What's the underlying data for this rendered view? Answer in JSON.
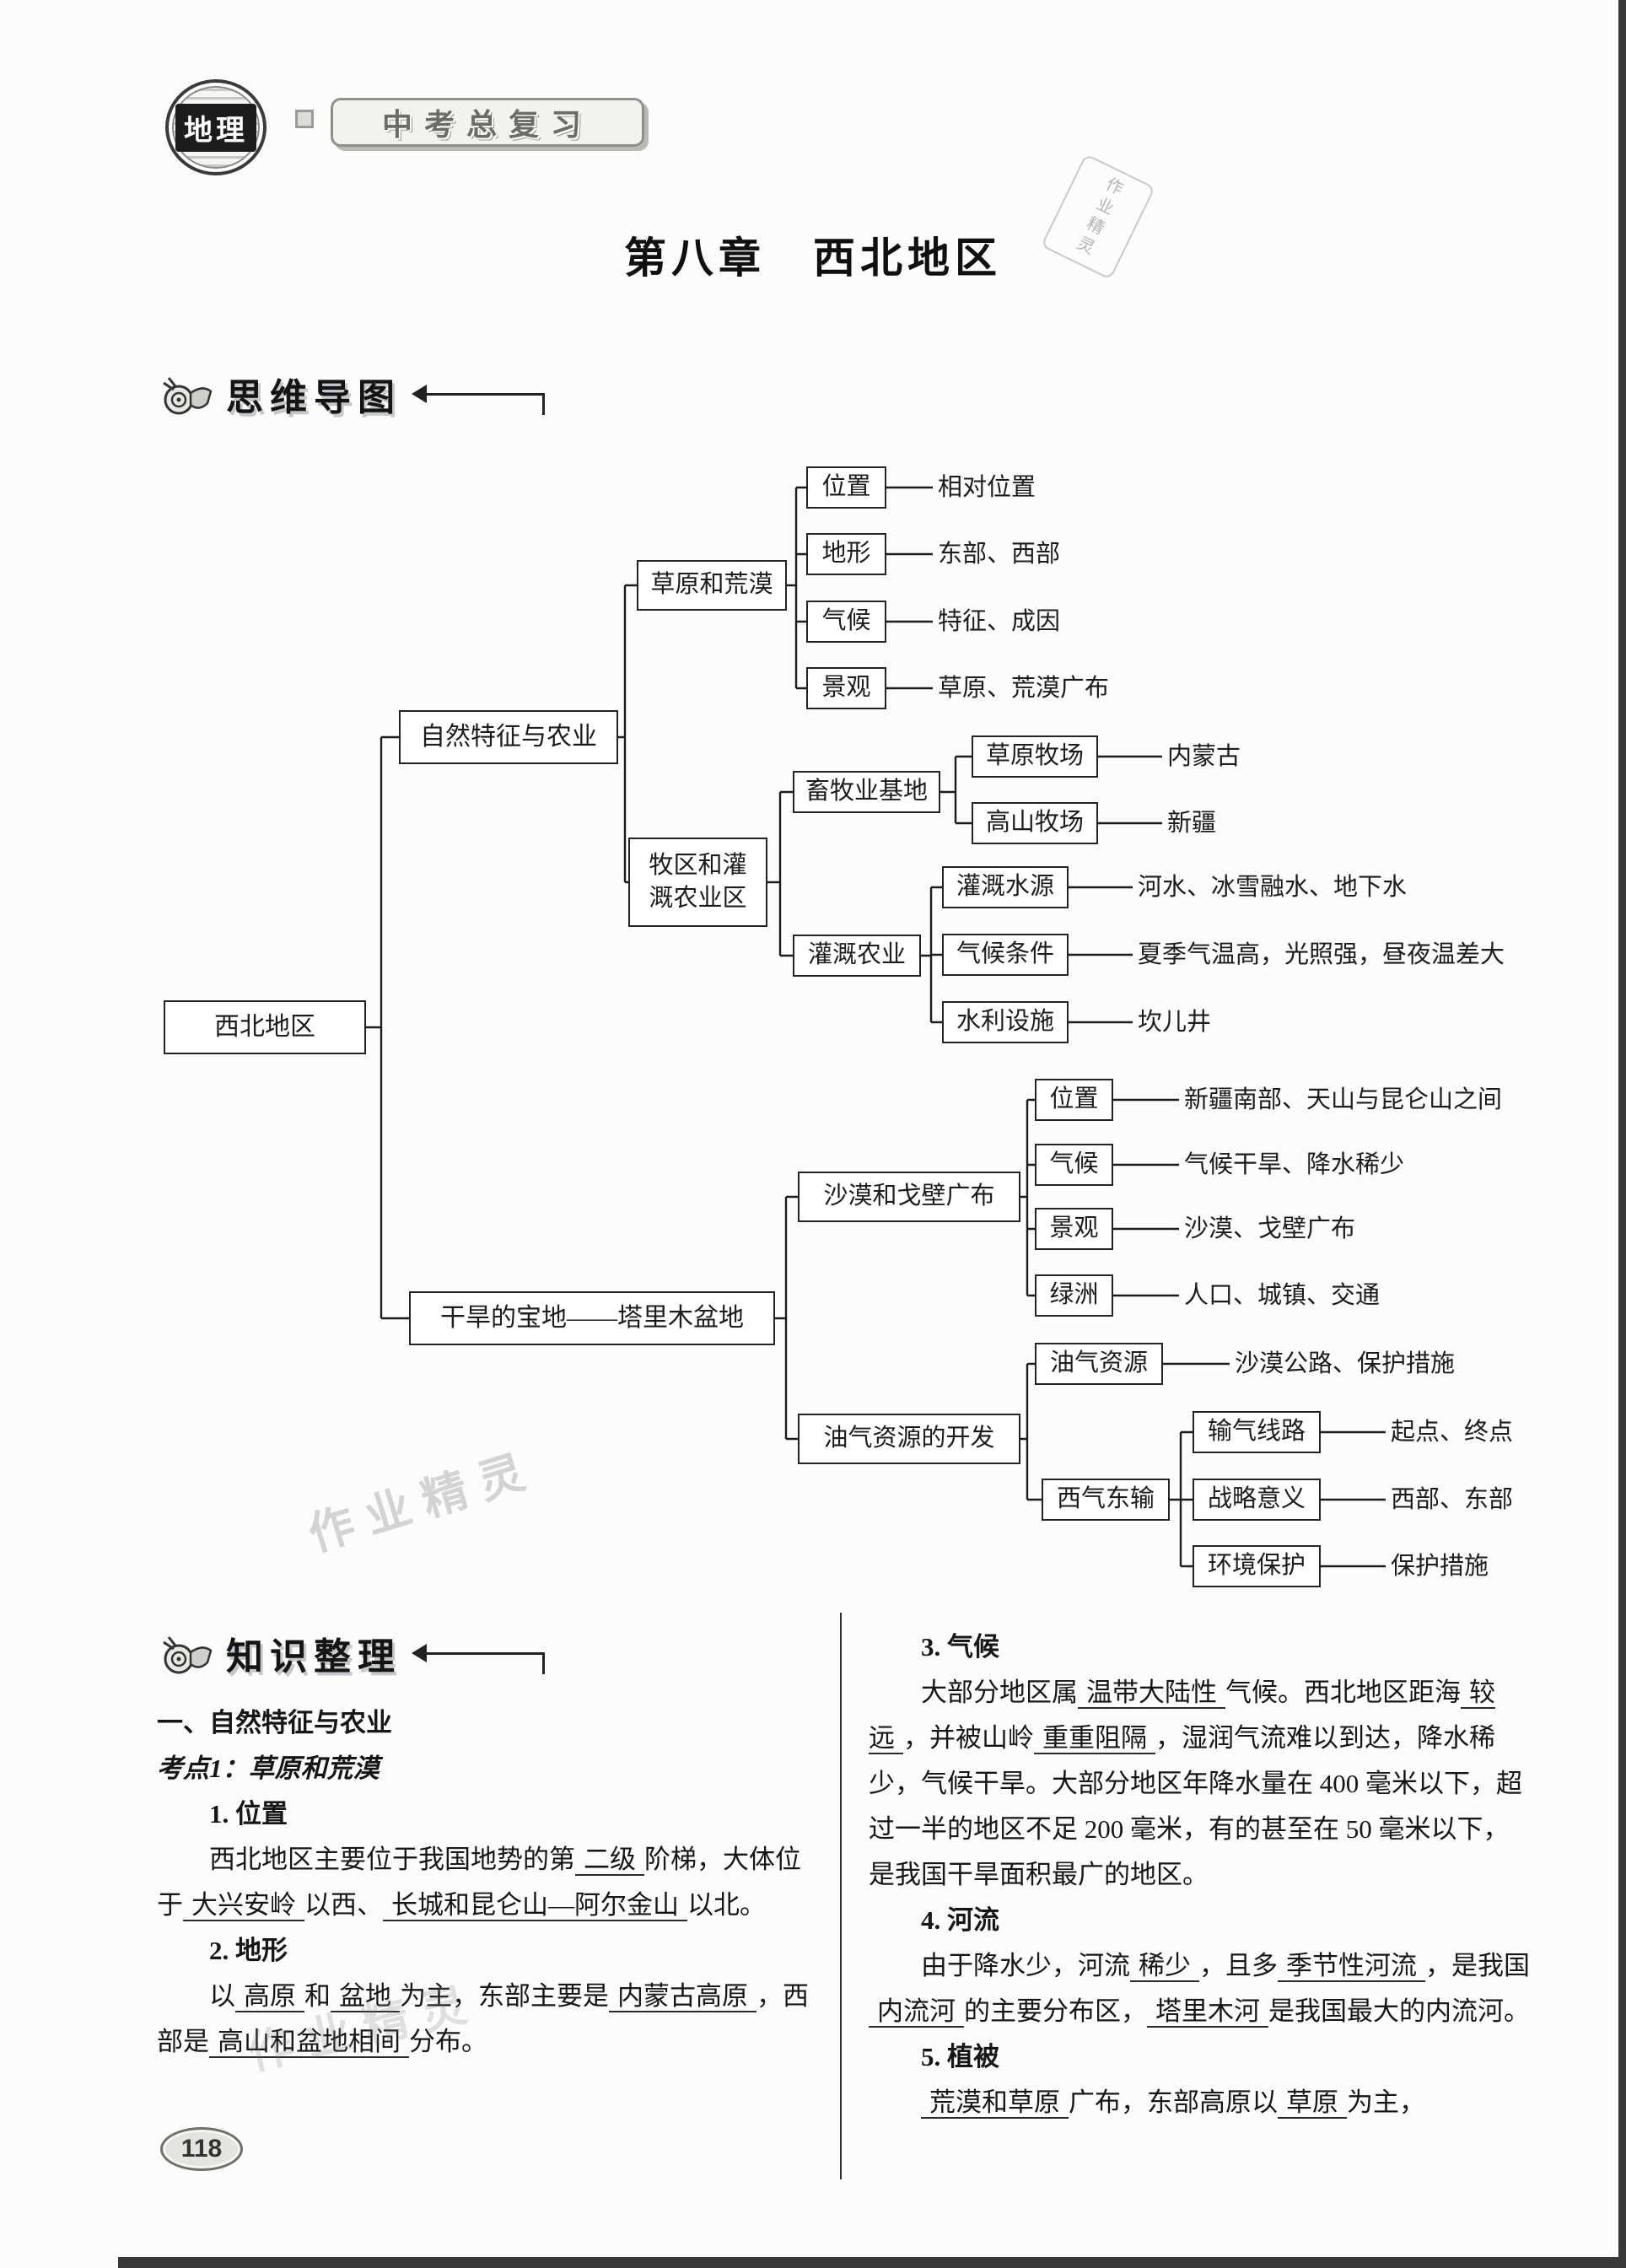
{
  "page": {
    "badge": "地理",
    "banner": "中考总复习",
    "chapter_title": "第八章　西北地区",
    "page_number": "118",
    "watermark": "作业精灵"
  },
  "headers": {
    "mindmap": "思维导图",
    "knowledge": "知识整理"
  },
  "mindmap": {
    "root": "西北地区",
    "natural": "自然特征与农业",
    "arid_treasure": "干旱的宝地——塔里木盆地",
    "grassland_desert": "草原和荒漠",
    "pastoral": "牧区和灌\n溉农业区",
    "livestock_base": "畜牧业基地",
    "irrigation": "灌溉农业",
    "desert_gobi": "沙漠和戈壁广布",
    "oil_gas_dev": "油气资源的开发",
    "west_east": "西气东输",
    "gd_items": [
      {
        "box": "位置",
        "leaf": "相对位置"
      },
      {
        "box": "地形",
        "leaf": "东部、西部"
      },
      {
        "box": "气候",
        "leaf": "特征、成因"
      },
      {
        "box": "景观",
        "leaf": "草原、荒漠广布"
      }
    ],
    "lb_items": [
      {
        "box": "草原牧场",
        "leaf": "内蒙古"
      },
      {
        "box": "高山牧场",
        "leaf": "新疆"
      }
    ],
    "ir_items": [
      {
        "box": "灌溉水源",
        "leaf": "河水、冰雪融水、地下水"
      },
      {
        "box": "气候条件",
        "leaf": "夏季气温高，光照强，昼夜温差大"
      },
      {
        "box": "水利设施",
        "leaf": "坎儿井"
      }
    ],
    "dg_items": [
      {
        "box": "位置",
        "leaf": "新疆南部、天山与昆仑山之间"
      },
      {
        "box": "气候",
        "leaf": "气候干旱、降水稀少"
      },
      {
        "box": "景观",
        "leaf": "沙漠、戈壁广布"
      },
      {
        "box": "绿洲",
        "leaf": "人口、城镇、交通"
      }
    ],
    "og_items": [
      {
        "box": "油气资源",
        "leaf": "沙漠公路、保护措施"
      }
    ],
    "we_items": [
      {
        "box": "输气线路",
        "leaf": "起点、终点"
      },
      {
        "box": "战略意义",
        "leaf": "西部、东部"
      },
      {
        "box": "环境保护",
        "leaf": "保护措施"
      }
    ]
  },
  "knowledge": {
    "part1": "一、自然特征与农业",
    "kaodian1": "考点1：草原和荒漠",
    "h_location": "1. 位置",
    "p_location": [
      {
        "t": "西北地区主要位于我国地势的第"
      },
      {
        "b": "二级"
      },
      {
        "t": "阶梯，大体位于"
      },
      {
        "b": "大兴安岭"
      },
      {
        "t": "以西、"
      },
      {
        "b": "长城和昆仑山—阿尔金山"
      },
      {
        "t": "以北。"
      }
    ],
    "h_terrain": "2. 地形",
    "p_terrain": [
      {
        "t": "以"
      },
      {
        "b": "高原"
      },
      {
        "t": "和"
      },
      {
        "b": "盆地"
      },
      {
        "t": "为主，东部主要是"
      },
      {
        "b": "内蒙古高原"
      },
      {
        "t": "，西部是"
      },
      {
        "b": "高山和盆地相间"
      },
      {
        "t": "分布。"
      }
    ],
    "h_climate": "3. 气候",
    "p_climate": [
      {
        "t": "大部分地区属"
      },
      {
        "b": "温带大陆性"
      },
      {
        "t": "气候。西北地区距海"
      },
      {
        "b": "较远"
      },
      {
        "t": "，并被山岭"
      },
      {
        "b": "重重阻隔"
      },
      {
        "t": "，湿润气流难以到达，降水稀少，气候干旱。大部分地区年降水量在 400 毫米以下，超过一半的地区不足 200 毫米，有的甚至在 50 毫米以下，是我国干旱面积最广的地区。"
      }
    ],
    "h_rivers": "4. 河流",
    "p_rivers": [
      {
        "t": "由于降水少，河流"
      },
      {
        "b": "稀少"
      },
      {
        "t": "，且多"
      },
      {
        "b": "季节性河流"
      },
      {
        "t": "，是我国"
      },
      {
        "b": "内流河"
      },
      {
        "t": "的主要分布区，"
      },
      {
        "b": "塔里木河"
      },
      {
        "t": "是我国最大的内流河。"
      }
    ],
    "h_vegetation": "5. 植被",
    "p_vegetation": [
      {
        "b": "荒漠和草原"
      },
      {
        "t": "广布，东部高原以"
      },
      {
        "b": "草原"
      },
      {
        "t": "为主，"
      }
    ]
  }
}
